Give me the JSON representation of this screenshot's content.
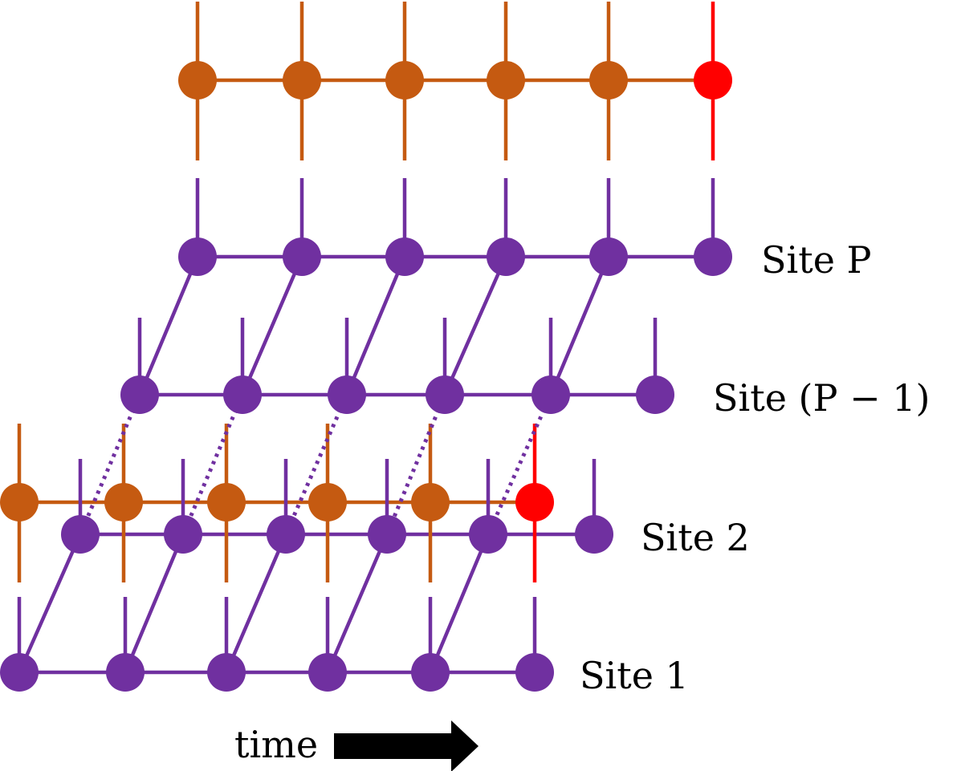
{
  "labels": {
    "site_p": "Site P",
    "site_p_minus_1": "Site (P − 1)",
    "site_2": "Site 2",
    "site_1": "Site 1",
    "time": "time"
  },
  "icons": {
    "time_arrow": "right-arrow-icon"
  },
  "colors": {
    "purple": "#7030a0",
    "orange": "#c55a11",
    "red": "#ff0000",
    "black": "#000000",
    "background": "#ffffff"
  }
}
